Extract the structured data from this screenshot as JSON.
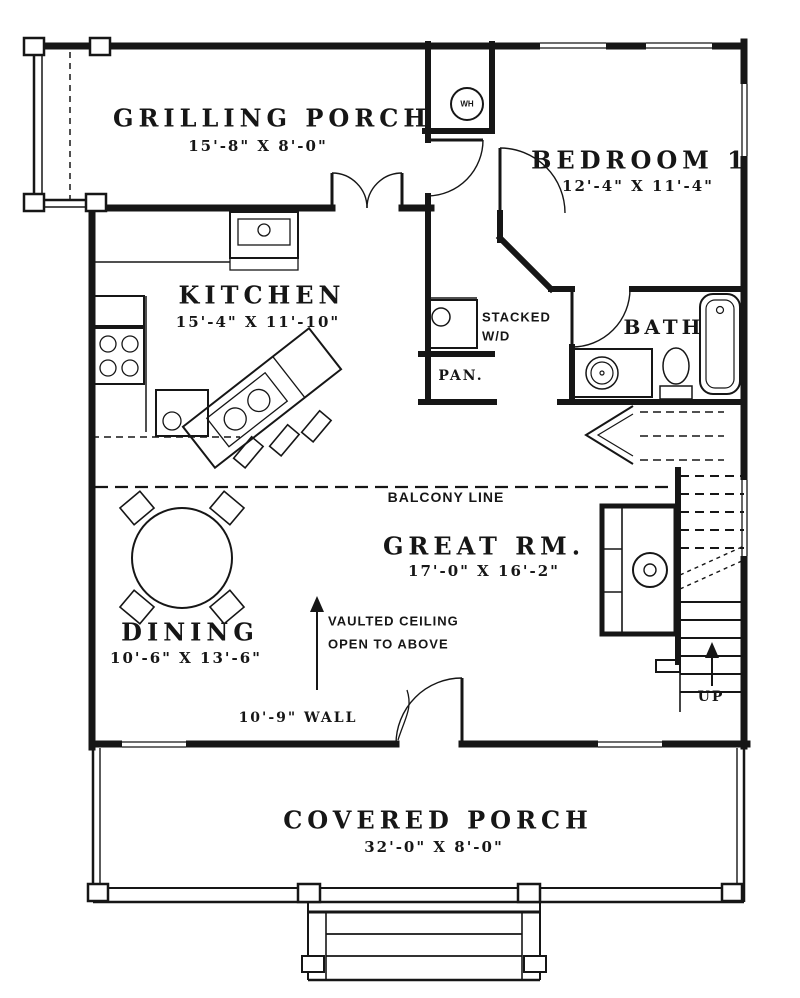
{
  "colors": {
    "line": "#161616",
    "background": "#ffffff"
  },
  "rooms": {
    "grilling_porch": {
      "name": "GRILLING PORCH",
      "dims": "15'-8\" X 8'-0\""
    },
    "bedroom1": {
      "name": "BEDROOM 1",
      "dims": "12'-4\" X 11'-4\""
    },
    "kitchen": {
      "name": "KITCHEN",
      "dims": "15'-4\" X 11'-10\""
    },
    "bath": {
      "name": "BATH"
    },
    "great_room": {
      "name": "GREAT RM.",
      "dims": "17'-0\" X 16'-2\""
    },
    "dining": {
      "name": "DINING",
      "dims": "10'-6\" X 13'-6\""
    },
    "covered_porch": {
      "name": "COVERED PORCH",
      "dims": "32'-0\" X 8'-0\""
    }
  },
  "annotations": {
    "stacked_wd_line1": "STACKED",
    "stacked_wd_line2": "W/D",
    "pantry": "PAN.",
    "balcony": "BALCONY LINE",
    "vaulted_line1": "VAULTED CEILING",
    "vaulted_line2": "OPEN TO ABOVE",
    "wall_height": "10'-9\" WALL",
    "stair_direction": "UP",
    "water_heater": "WH"
  }
}
